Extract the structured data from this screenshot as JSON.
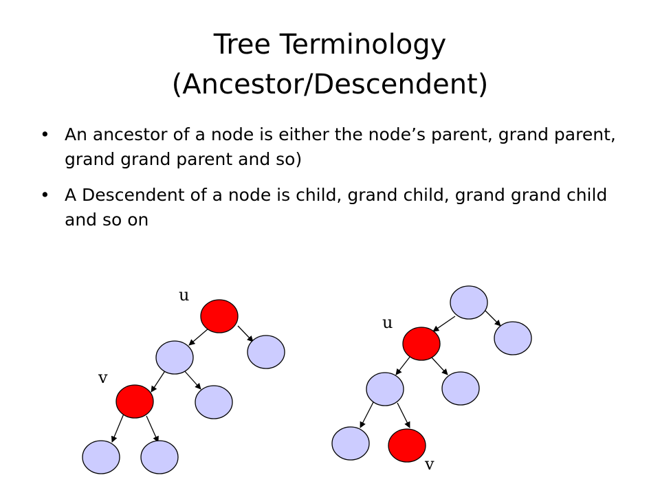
{
  "slide": {
    "title_line1": "Tree Terminology",
    "title_line2": "(Ancestor/Descendent)",
    "bullets": [
      {
        "symbol": "•",
        "text": "An ancestor of a node is either the node’s parent, grand parent, grand grand parent and so)"
      },
      {
        "symbol": "•",
        "text": "A Descendent of a node is child, grand child, grand grand child and so on"
      }
    ]
  },
  "colors": {
    "highlight": "#ff0000",
    "node": "#ccccff",
    "edge": "#000000"
  },
  "diagram": {
    "left_tree": {
      "label_u": "u",
      "label_v": "v"
    },
    "right_tree": {
      "label_u": "u",
      "label_v": "v"
    }
  }
}
